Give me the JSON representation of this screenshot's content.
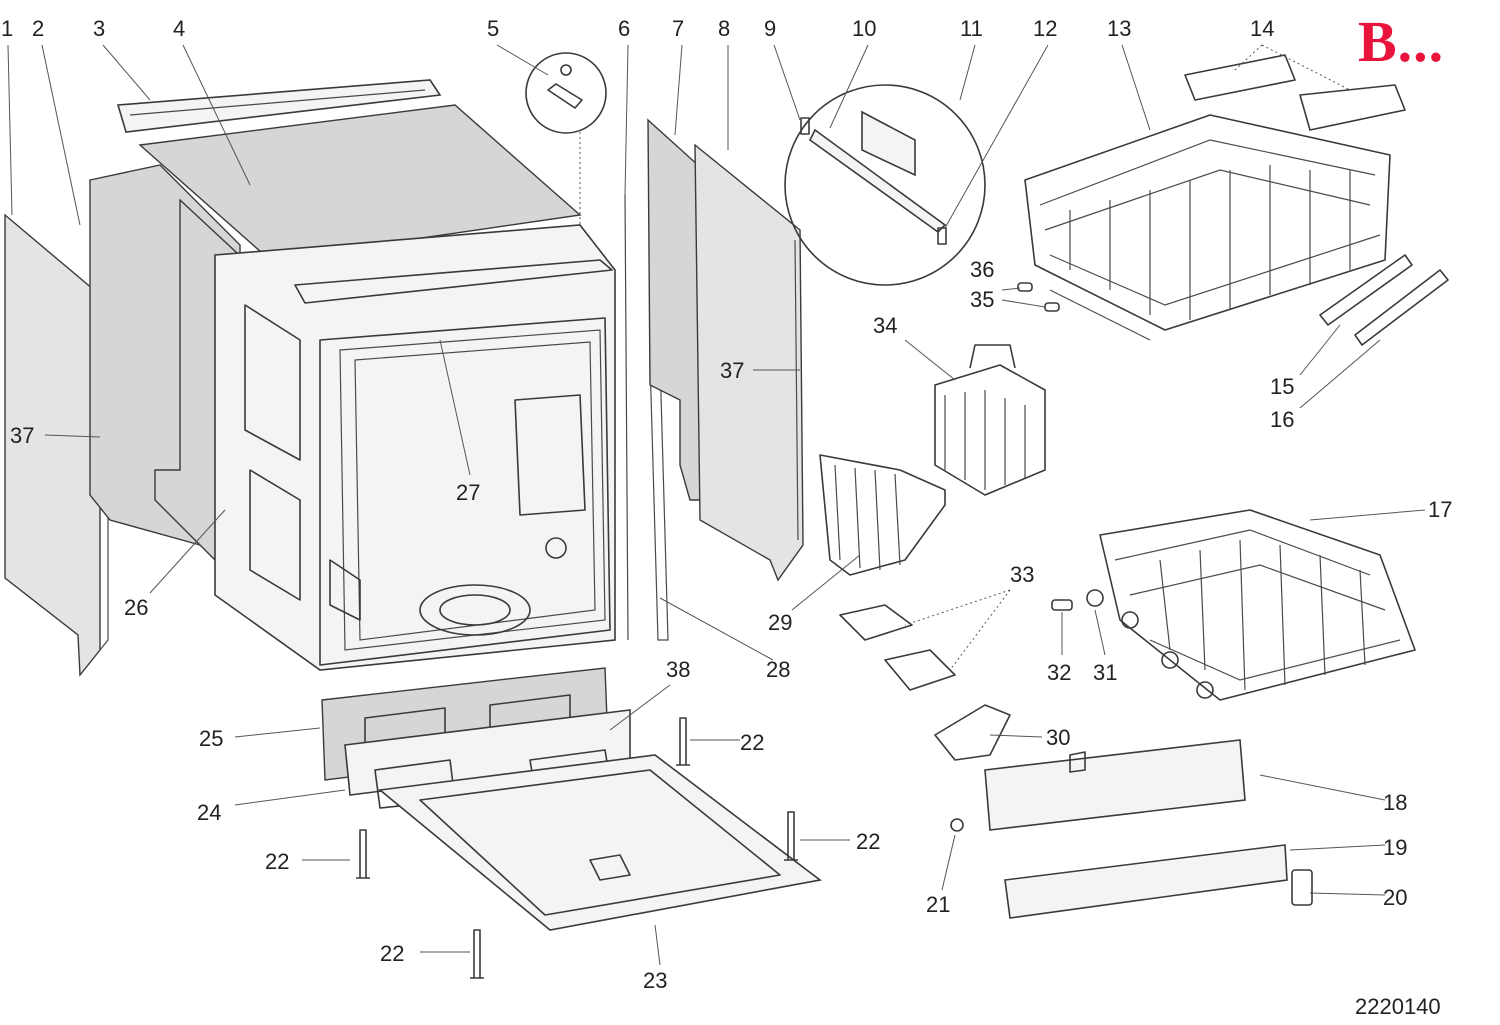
{
  "brand_mark": {
    "text": "B...",
    "color": "#e8143c"
  },
  "document_code": "2220140",
  "colors": {
    "line": "#3a3a3a",
    "panel": "#d6d6d6",
    "background": "#ffffff"
  },
  "callouts": [
    "1",
    "2",
    "3",
    "4",
    "5",
    "6",
    "7",
    "8",
    "9",
    "10",
    "11",
    "12",
    "13",
    "14",
    "15",
    "16",
    "17",
    "18",
    "19",
    "20",
    "21",
    "22",
    "22",
    "22",
    "22",
    "23",
    "24",
    "25",
    "26",
    "27",
    "28",
    "29",
    "30",
    "31",
    "32",
    "33",
    "34",
    "35",
    "36",
    "37",
    "37",
    "38"
  ]
}
